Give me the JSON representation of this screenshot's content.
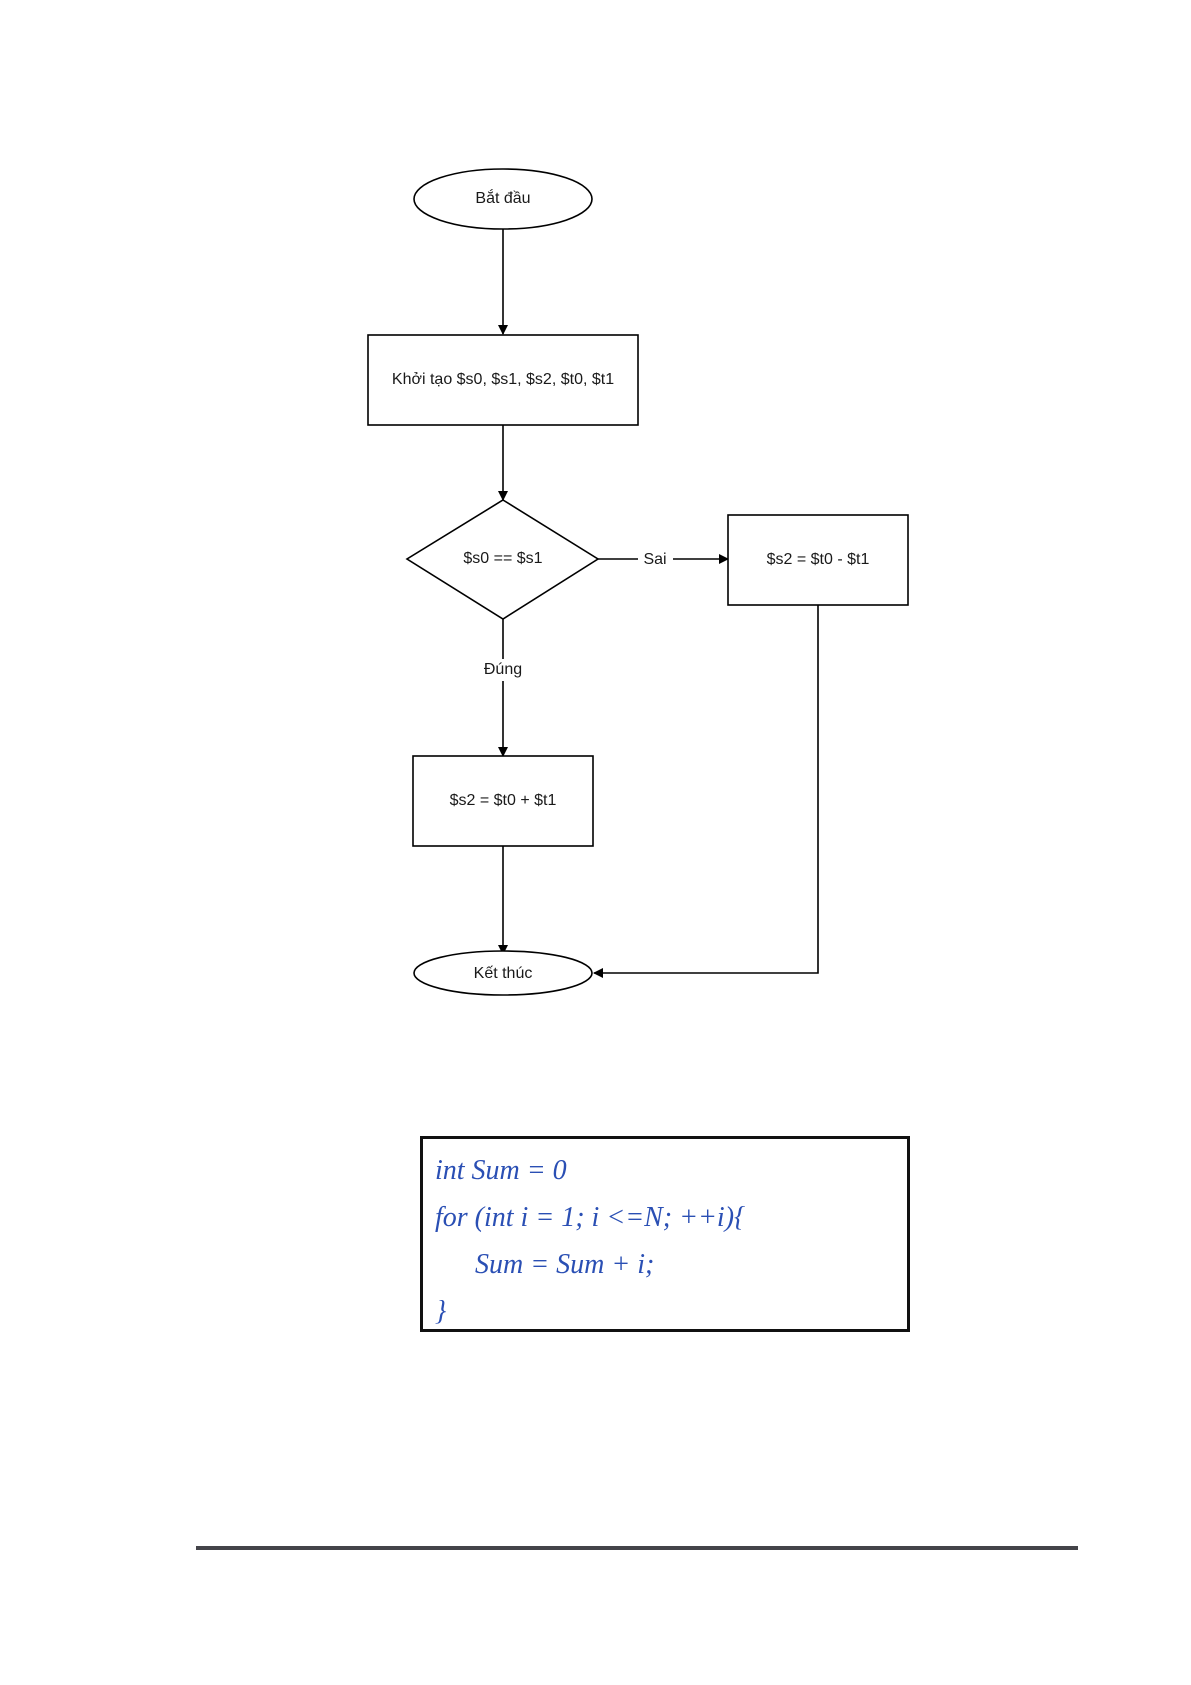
{
  "flowchart": {
    "start": "Bắt đầu",
    "init": "Khởi tạo $s0, $s1, $s2, $t0, $t1",
    "condition": "$s0 == $s1",
    "false_label": "Sai",
    "true_label": "Đúng",
    "false_branch": "$s2 = $t0 - $t1",
    "true_branch": "$s2 = $t0 + $t1",
    "end": "Kết thúc"
  },
  "code": {
    "lines": [
      "int Sum = 0",
      "for (int i = 1; i <=N; ++i){",
      "Sum = Sum + i;",
      "}"
    ]
  }
}
